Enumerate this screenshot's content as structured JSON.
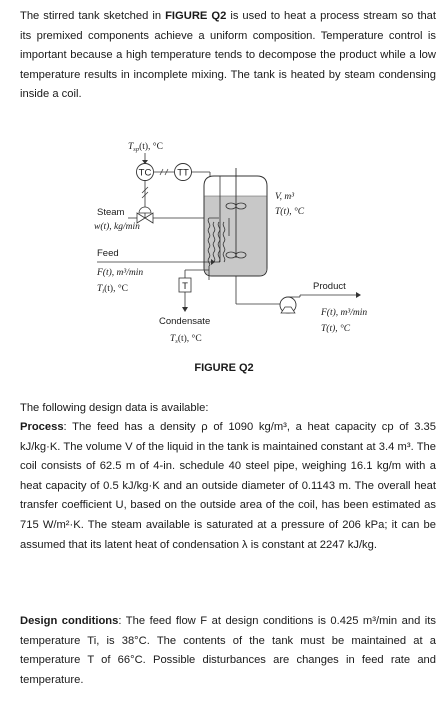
{
  "intro": "The stirred tank sketched in FIGURE Q2 is used to heat a process stream so that its premixed components achieve a uniform composition. Temperature control is important because a high temperature tends to decompose the product while a low temperature results in incomplete mixing. The tank is heated by steam condensing inside a coil.",
  "intro_parts": {
    "a": "The stirred tank sketched in ",
    "fig_ref": "FIGURE Q2",
    "b": " is used to heat a process stream so that its premixed components achieve a uniform composition. Temperature control is important because a high temperature tends to decompose the product while a low temperature results in incomplete mixing. The tank is heated by steam condensing inside a coil."
  },
  "diagram": {
    "setpoint": "Tsp(t), °C",
    "setpoint_sym": "T",
    "setpoint_sub": "sp",
    "setpoint_rest": "(t), °C",
    "tc": "TC",
    "tt": "TT",
    "steam": "Steam",
    "steam_flow": "w(t), kg/min",
    "feed": "Feed",
    "feed_flow": "F(t), m³/min",
    "feed_temp": "Ti(t), °C",
    "feed_temp_sym": "T",
    "feed_temp_sub": "i",
    "feed_temp_rest": "(t), °C",
    "trap": "T",
    "condensate": "Condensate",
    "condensate_temp_sym": "T",
    "condensate_temp_sub": "s",
    "condensate_temp_rest": "(t), °C",
    "volume": "V, m³",
    "tank_temp": "T(t), °C",
    "product": "Product",
    "product_flow": "F(t), m³/min",
    "product_temp": "T(t), °C"
  },
  "figure_title": "FIGURE Q2",
  "design_intro": "The following design data is available:",
  "process": {
    "label": "Process",
    "text": ": The feed has a density ρ of 1090 kg/m³, a heat capacity cp of 3.35 kJ/kg·K. The volume V of the liquid in the tank is maintained constant at 3.4 m³. The coil consists of 62.5 m of 4-in. schedule 40 steel pipe, weighing 16.1 kg/m with a heat capacity of 0.5 kJ/kg·K and an outside diameter of 0.1143 m. The overall heat transfer coefficient U, based on the outside area of the coil, has been estimated as 715 W/m²·K. The steam available is saturated at a pressure of 206 kPa; it can be assumed that its latent heat of condensation λ is constant at 2247 kJ/kg."
  },
  "conditions": {
    "label": "Design conditions",
    "text": ": The feed flow F at design conditions is 0.425 m³/min and its temperature Ti, is 38°C. The contents of the tank must be maintained at a temperature T of 66°C. Possible disturbances are changes in feed rate and temperature."
  }
}
